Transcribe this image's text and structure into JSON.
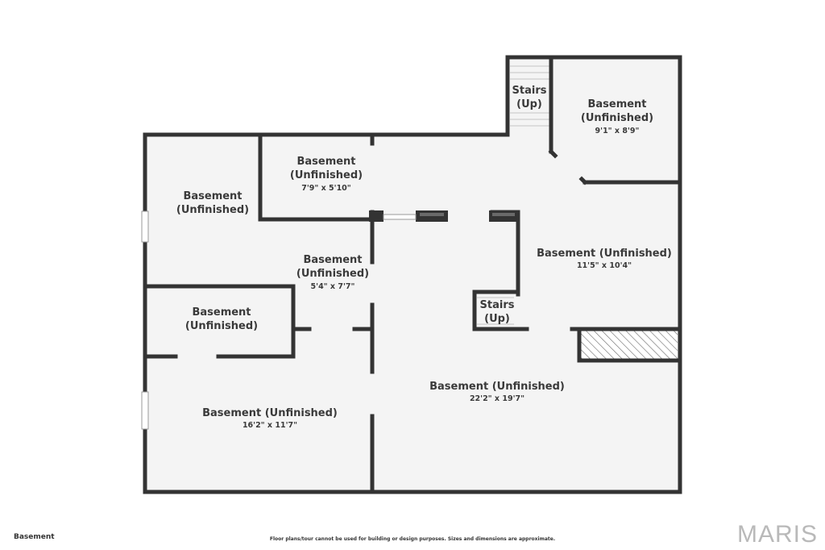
{
  "floor_label": "Basement",
  "disclaimer": "Floor plans/tour cannot be used for building or design purposes. Sizes and dimensions are approximate.",
  "brand": "MARIS",
  "colors": {
    "wall": "#333333",
    "floor": "#f4f4f4",
    "background": "#ffffff",
    "text": "#3a3a3a",
    "brand": "#b9b9b9"
  },
  "stairs": [
    {
      "line1": "Stairs",
      "line2": "(Up)"
    },
    {
      "line1": "Stairs",
      "line2": "(Up)"
    }
  ],
  "rooms": [
    {
      "name_line1": "Basement",
      "name_line2": "(Unfinished)",
      "dims": "9'1\" x 8'9\""
    },
    {
      "name_line1": "Basement",
      "name_line2": "(Unfinished)",
      "dims": "7'9\" x 5'10\""
    },
    {
      "name_line1": "Basement",
      "name_line2": "(Unfinished)",
      "dims": ""
    },
    {
      "name_line1": "Basement",
      "name_line2": "(Unfinished)",
      "dims": "5'4\" x 7'7\""
    },
    {
      "name_line1": "Basement (Unfinished)",
      "name_line2": "",
      "dims": "11'5\" x 10'4\""
    },
    {
      "name_line1": "Basement",
      "name_line2": "(Unfinished)",
      "dims": ""
    },
    {
      "name_line1": "Basement (Unfinished)",
      "name_line2": "",
      "dims": "22'2\" x 19'7\""
    },
    {
      "name_line1": "Basement (Unfinished)",
      "name_line2": "",
      "dims": "16'2\" x 11'7\""
    }
  ]
}
